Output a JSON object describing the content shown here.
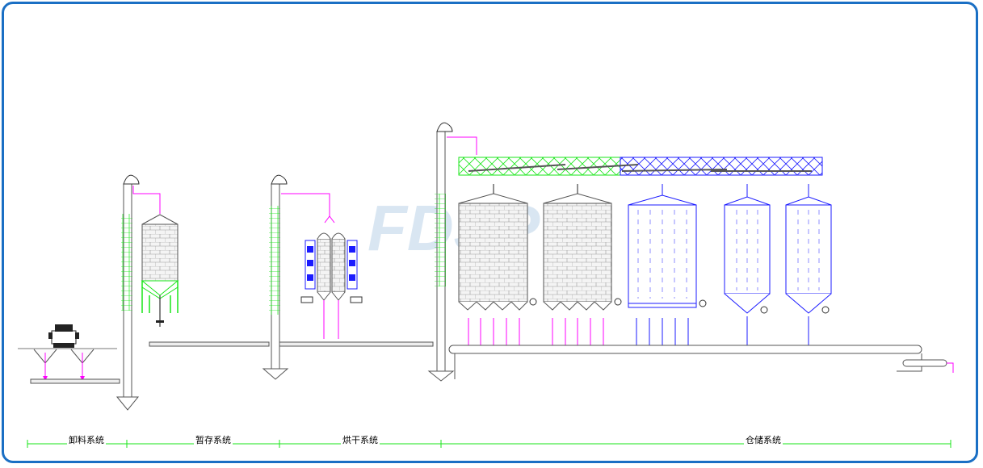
{
  "sections": [
    {
      "label": "卸料系统"
    },
    {
      "label": "暂存系统"
    },
    {
      "label": "烘干系统"
    },
    {
      "label": "仓储系统"
    }
  ],
  "colors": {
    "frame": "#1a6fc4",
    "green": "#19e619",
    "magenta": "#ff00ff",
    "blue": "#1b1bff",
    "line": "#555555"
  },
  "watermark": {
    "text": "FDSP"
  }
}
